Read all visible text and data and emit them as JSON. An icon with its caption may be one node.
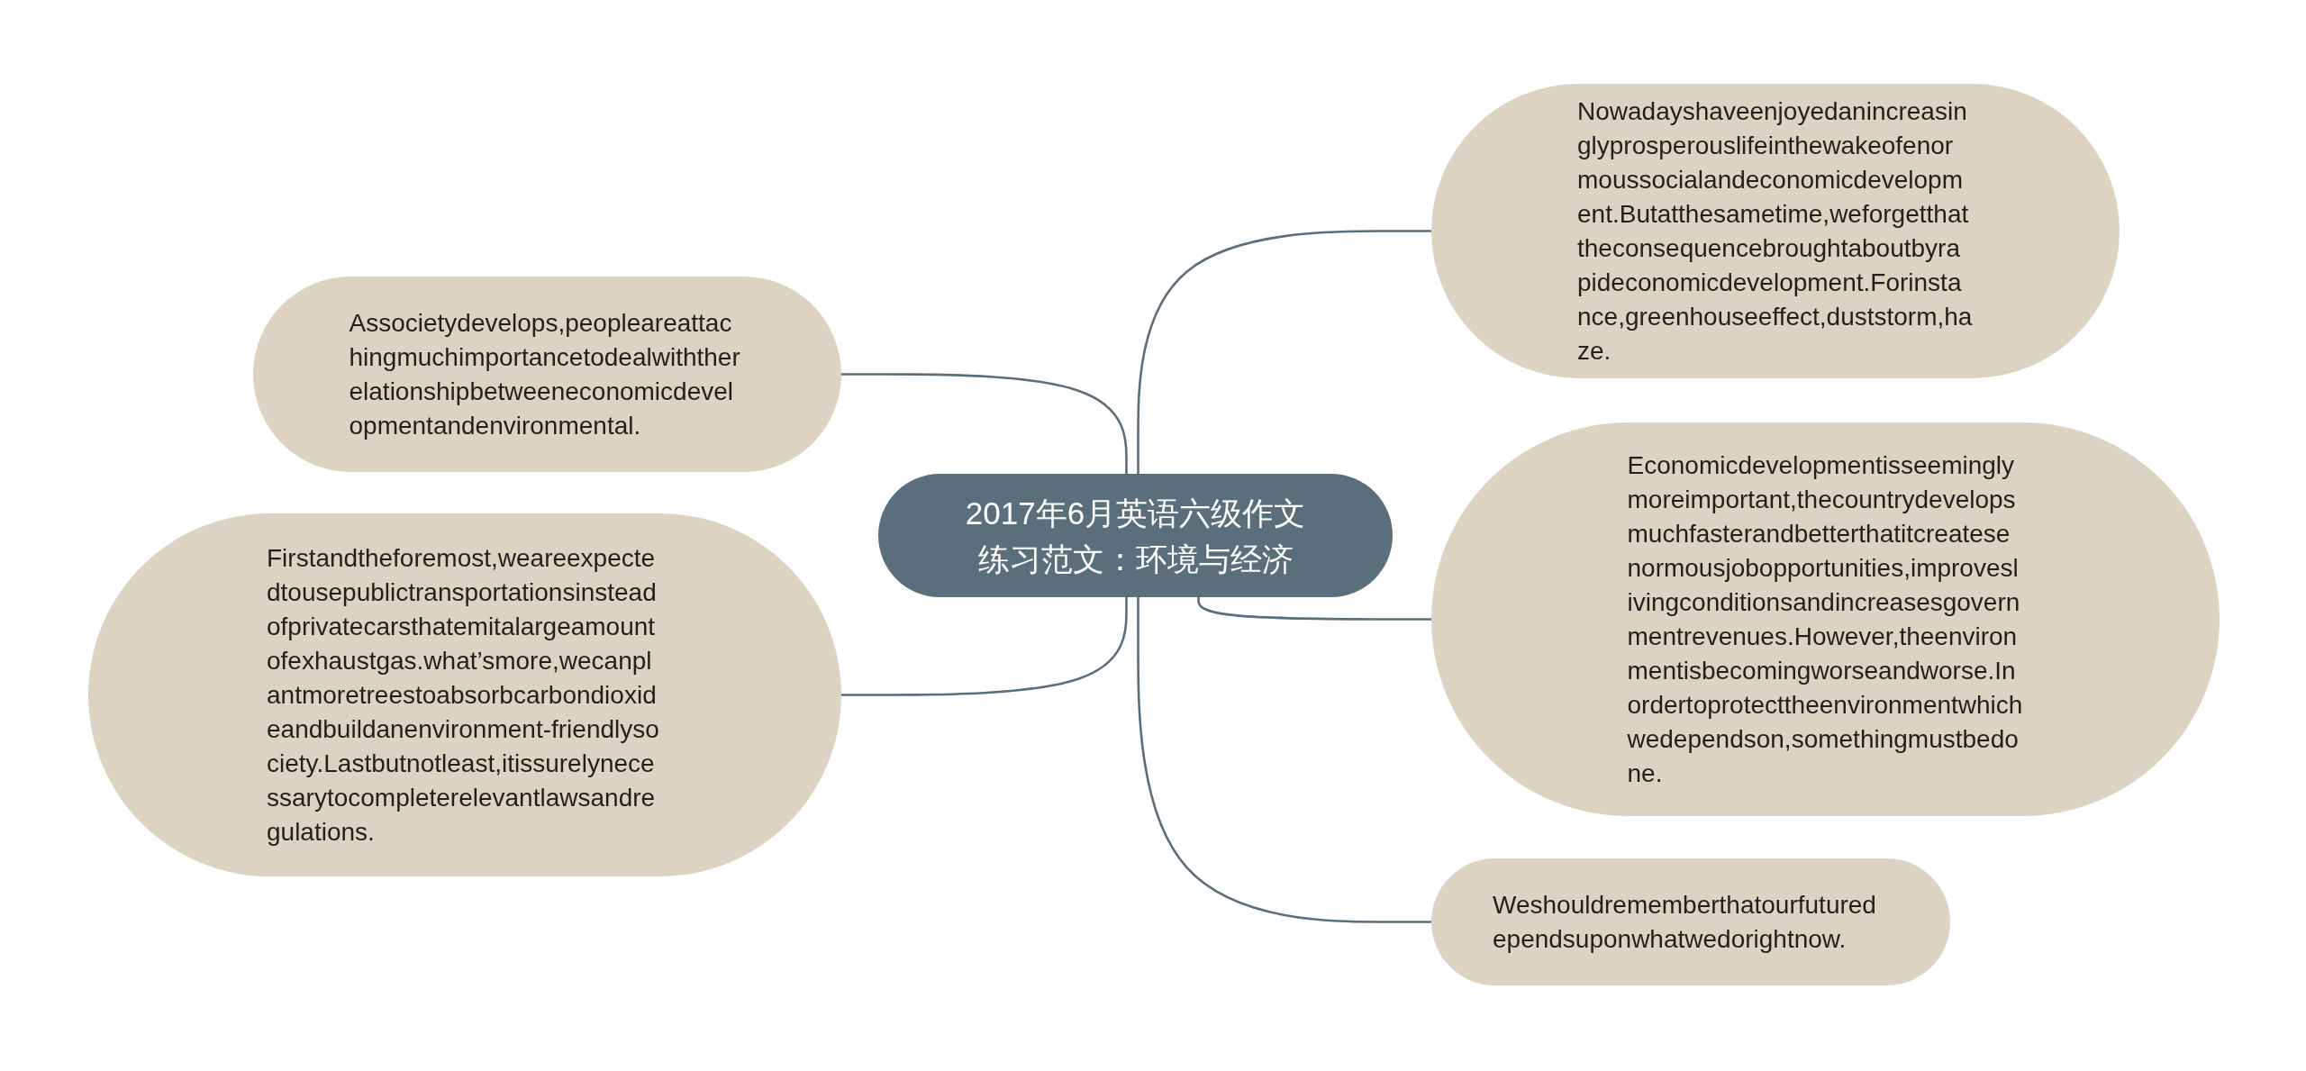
{
  "diagram": {
    "nodes": [
      {
        "text": [
          "2017年6月英语六级作文练习范文：环境与经济"
        ]
      },
      {
        "text": [
          "Nowadayshaveenjoyedanincreasinglyprosperouslifeinthewakeofenormoussocialandeconomicdevelopment.Butatthesametime,weforgetthattheconsequencebroughtaboutbyrapideconomicdevelopment.Forinstance,greenhouseeffect,duststorm,haze."
        ]
      },
      {
        "text": [
          "Economicdevelopmentisseeminglymoreimportant,thecountrydevelopsmuchfasterandbetterthatitcreatesenormousjobopportunities,improveslivingconditionsandincreasesgovernmentrevenues.However,theenvironmentisbecomingworseandworse.Inordertoprotecttheenvironmentwhichwedependson,somethingmustbedone."
        ]
      },
      {
        "text": [
          "Weshouldrememberthatourfuturedependsuponwhatwedorightnow."
        ]
      },
      {
        "text": [
          "Associetydevelops,peopleareattachingmuchimportancetodealwiththerelationshipbetweeneconomicdevelopmentandenvironmental."
        ]
      },
      {
        "text": [
          "Firstandtheforemost,weareexpectedtousepublictransportationsinsteadofprivatecarsthatemitalargeamountofexhaustgas.what’smore,wecanplantmoretreestoabsorbcarbondioxideandbuildanenvironment-friendlysociety.Lastbutnotleast,itissurelynecessarytocompleterelevantlawsandregulations."
        ]
      }
    ],
    "edges": [
      {
        "from": 0,
        "to": 1,
        "arrow": "none"
      },
      {
        "from": 0,
        "to": 2,
        "arrow": "none"
      },
      {
        "from": 0,
        "to": 3,
        "arrow": "none"
      },
      {
        "from": 0,
        "to": 4,
        "arrow": "none"
      },
      {
        "from": 0,
        "to": 5,
        "arrow": "none"
      }
    ]
  }
}
